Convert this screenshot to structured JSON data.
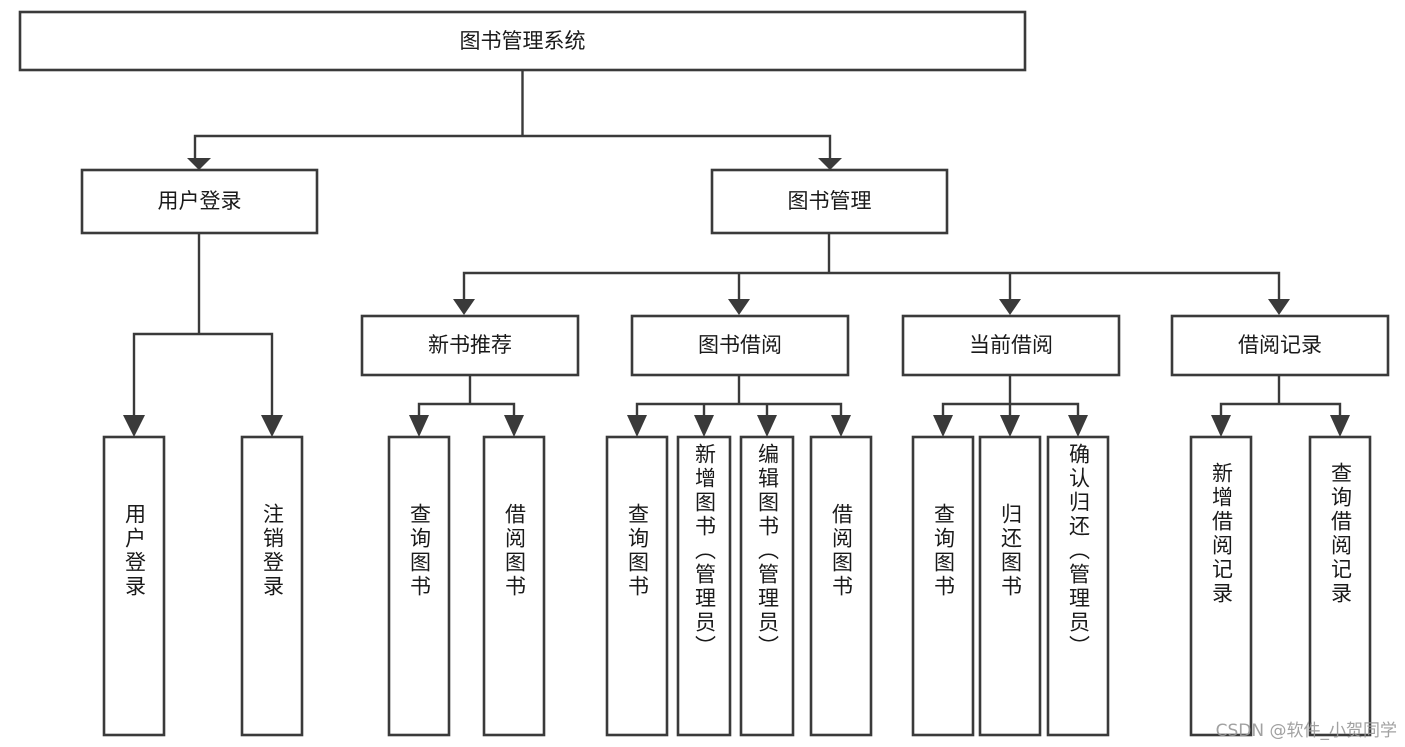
{
  "diagram": {
    "type": "tree-hierarchy",
    "title": "图书管理系统",
    "orientation": "top-down",
    "stroke_color": "#3a3a3a",
    "fill_color": "#ffffff",
    "text_color": "#1a1a1a",
    "root": {
      "id": "root",
      "label": "图书管理系统"
    },
    "level1": [
      {
        "id": "user-login",
        "label": "用户登录"
      },
      {
        "id": "book-manage",
        "label": "图书管理"
      }
    ],
    "level2": [
      {
        "id": "new-book-rec",
        "label": "新书推荐",
        "parent": "book-manage"
      },
      {
        "id": "book-borrow",
        "label": "图书借阅",
        "parent": "book-manage"
      },
      {
        "id": "current-borrow",
        "label": "当前借阅",
        "parent": "book-manage"
      },
      {
        "id": "borrow-record",
        "label": "借阅记录",
        "parent": "book-manage"
      }
    ],
    "leaves": [
      {
        "id": "leaf-user-login",
        "label": "用户登录",
        "parent": "user-login"
      },
      {
        "id": "leaf-logout",
        "label": "注销登录",
        "parent": "user-login"
      },
      {
        "id": "leaf-query-book-1",
        "label": "查询图书",
        "parent": "new-book-rec"
      },
      {
        "id": "leaf-borrow-book-1",
        "label": "借阅图书",
        "parent": "new-book-rec"
      },
      {
        "id": "leaf-query-book-2",
        "label": "查询图书",
        "parent": "book-borrow"
      },
      {
        "id": "leaf-add-book",
        "label": "新增图书（管理员）",
        "parent": "book-borrow"
      },
      {
        "id": "leaf-edit-book",
        "label": "编辑图书（管理员）",
        "parent": "book-borrow"
      },
      {
        "id": "leaf-borrow-book-2",
        "label": "借阅图书",
        "parent": "book-borrow"
      },
      {
        "id": "leaf-query-book-3",
        "label": "查询图书",
        "parent": "current-borrow"
      },
      {
        "id": "leaf-return-book",
        "label": "归还图书",
        "parent": "current-borrow"
      },
      {
        "id": "leaf-confirm-return",
        "label": "确认归还（管理员）",
        "parent": "current-borrow"
      },
      {
        "id": "leaf-add-record",
        "label": "新增借阅记录",
        "parent": "borrow-record"
      },
      {
        "id": "leaf-query-record",
        "label": "查询借阅记录",
        "parent": "borrow-record"
      }
    ]
  },
  "watermark": {
    "text": "CSDN @软件_小贺同学"
  }
}
